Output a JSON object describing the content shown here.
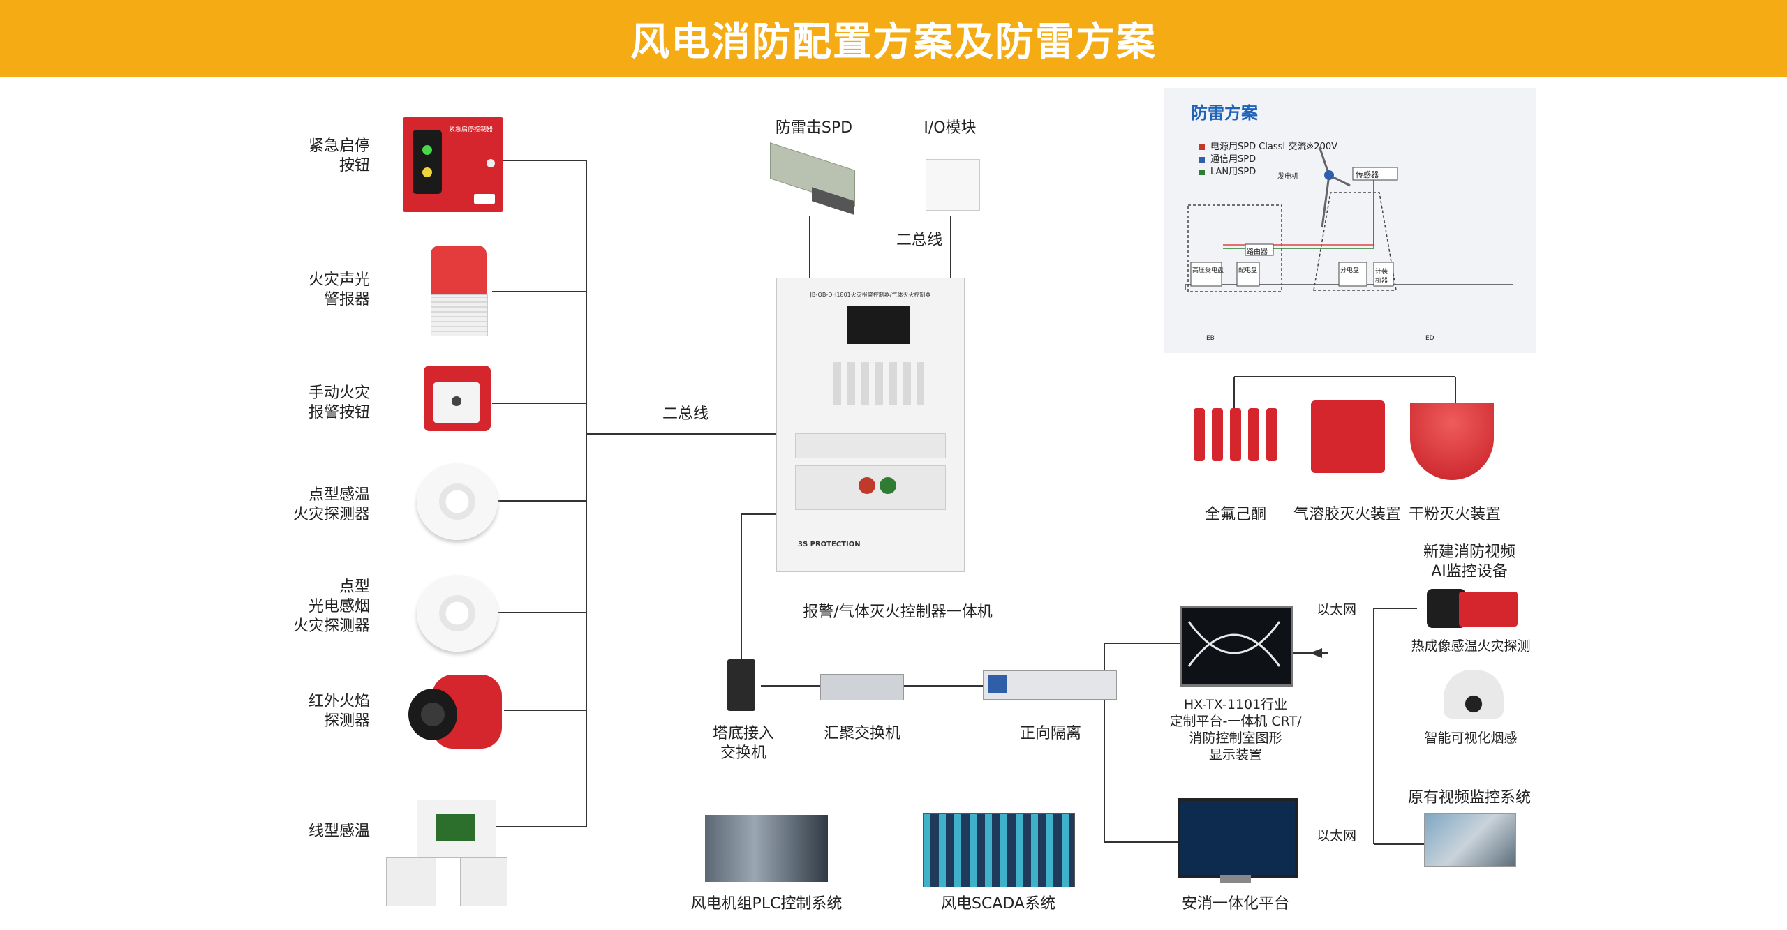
{
  "title": "风电消防配置方案及防雷方案",
  "left_devices": [
    {
      "label_lines": [
        "紧急启停",
        "按钮"
      ],
      "panel_text": "紧急启停控制器"
    },
    {
      "label_lines": [
        "火灾声光",
        "警报器"
      ]
    },
    {
      "label_lines": [
        "手动火灾",
        "报警按钮"
      ]
    },
    {
      "label_lines": [
        "点型感温",
        "火灾探测器"
      ]
    },
    {
      "label_lines": [
        "点型",
        "光电感烟",
        "火灾探测器"
      ]
    },
    {
      "label_lines": [
        "红外火焰",
        "探测器"
      ]
    },
    {
      "label_lines": [
        "线型感温"
      ]
    }
  ],
  "bus_label_left": "二总线",
  "bus_label_top": "二总线",
  "spd_label": "防雷击SPD",
  "io_label": "I/O模块",
  "controller": {
    "label": "报警/气体灭火控制器一体机",
    "model_text": "JB-QB-DH1801火灾报警控制器/气体灭火控制器",
    "brand_text": "3S PROTECTION"
  },
  "lightning": {
    "title": "防雷方案",
    "legend": [
      "电源用SPD ClassⅠ 交流※200V",
      "通信用SPD",
      "LAN用SPD"
    ],
    "legend_colors": [
      "#c0392b",
      "#2e5fa8",
      "#2e7d32"
    ],
    "tags": {
      "generator": "发电机",
      "sensor": "传感器",
      "router": "路由器",
      "hv": "高压受电盘",
      "dist1": "配电盘",
      "dist2": "分电盘",
      "meter": "计装机器",
      "eb": "EB",
      "ed": "ED"
    }
  },
  "extinguishers": [
    "全氟己酮",
    "气溶胶灭火装置",
    "干粉灭火装置"
  ],
  "network": {
    "tower_switch_lines": [
      "塔底接入",
      "交换机"
    ],
    "agg_switch": "汇聚交换机",
    "isolator": "正向隔离",
    "crt_lines": [
      "HX-TX-1101行业",
      "定制平台-一体机 CRT/",
      "消防控制室图形",
      "显示装置"
    ],
    "platform": "安消一体化平台",
    "plc": "风电机组PLC控制系统",
    "scada": "风电SCADA系统",
    "ethernet1": "以太网",
    "ethernet2": "以太网"
  },
  "video": {
    "title_lines": [
      "新建消防视频",
      "AI监控设备"
    ],
    "thermal": "热成像感温火灾探测",
    "smoke": "智能可视化烟感",
    "existing": "原有视频监控系统"
  },
  "colors": {
    "banner": "#f4ab14",
    "device_red": "#d6262d",
    "panel_bg": "#f1f3f6",
    "title_blue": "#1f63b8"
  }
}
